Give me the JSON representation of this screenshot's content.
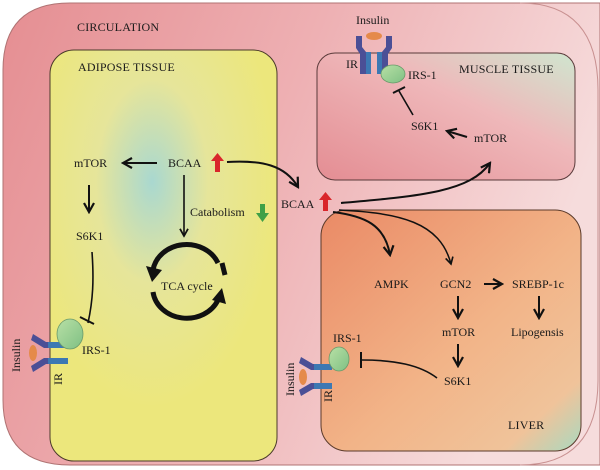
{
  "compartments": {
    "circulation": {
      "label": "CIRCULATION",
      "color": "#eeb3b5"
    },
    "adipose": {
      "label": "ADIPOSE TISSUE",
      "color": "#ece67f"
    },
    "muscle": {
      "label": "MUSCLE TISSUE",
      "color": "#ea9ea3"
    },
    "liver": {
      "label": "LIVER",
      "color": "#f0a77e"
    }
  },
  "adipose": {
    "bcaa": "BCAA",
    "mtor": "mTOR",
    "s6k1": "S6K1",
    "catabolism": "Catabolism",
    "tca": "TCA cycle",
    "irs1": "IRS-1",
    "insulin": "Insulin",
    "ir": "IR"
  },
  "circulation_nodes": {
    "bcaa": "BCAA"
  },
  "muscle": {
    "insulin": "Insulin",
    "ir": "IR",
    "irs1": "IRS-1",
    "s6k1": "S6K1",
    "mtor": "mTOR"
  },
  "liver": {
    "ampk": "AMPK",
    "gcn2": "GCN2",
    "srebp": "SREBP-1c",
    "mtor": "mTOR",
    "lipogenesis": "Lipogensis",
    "s6k1": "S6K1",
    "irs1": "IRS-1",
    "insulin": "Insulin",
    "ir": "IR"
  },
  "indicators": {
    "up_color": "#d9262b",
    "down_color": "#3fa047"
  },
  "receptor_colors": {
    "ir_outer": "#4b4f96",
    "ir_inner": "#3c78b3",
    "insulin": "#e58a4a",
    "irs1": "#9fd38e"
  }
}
